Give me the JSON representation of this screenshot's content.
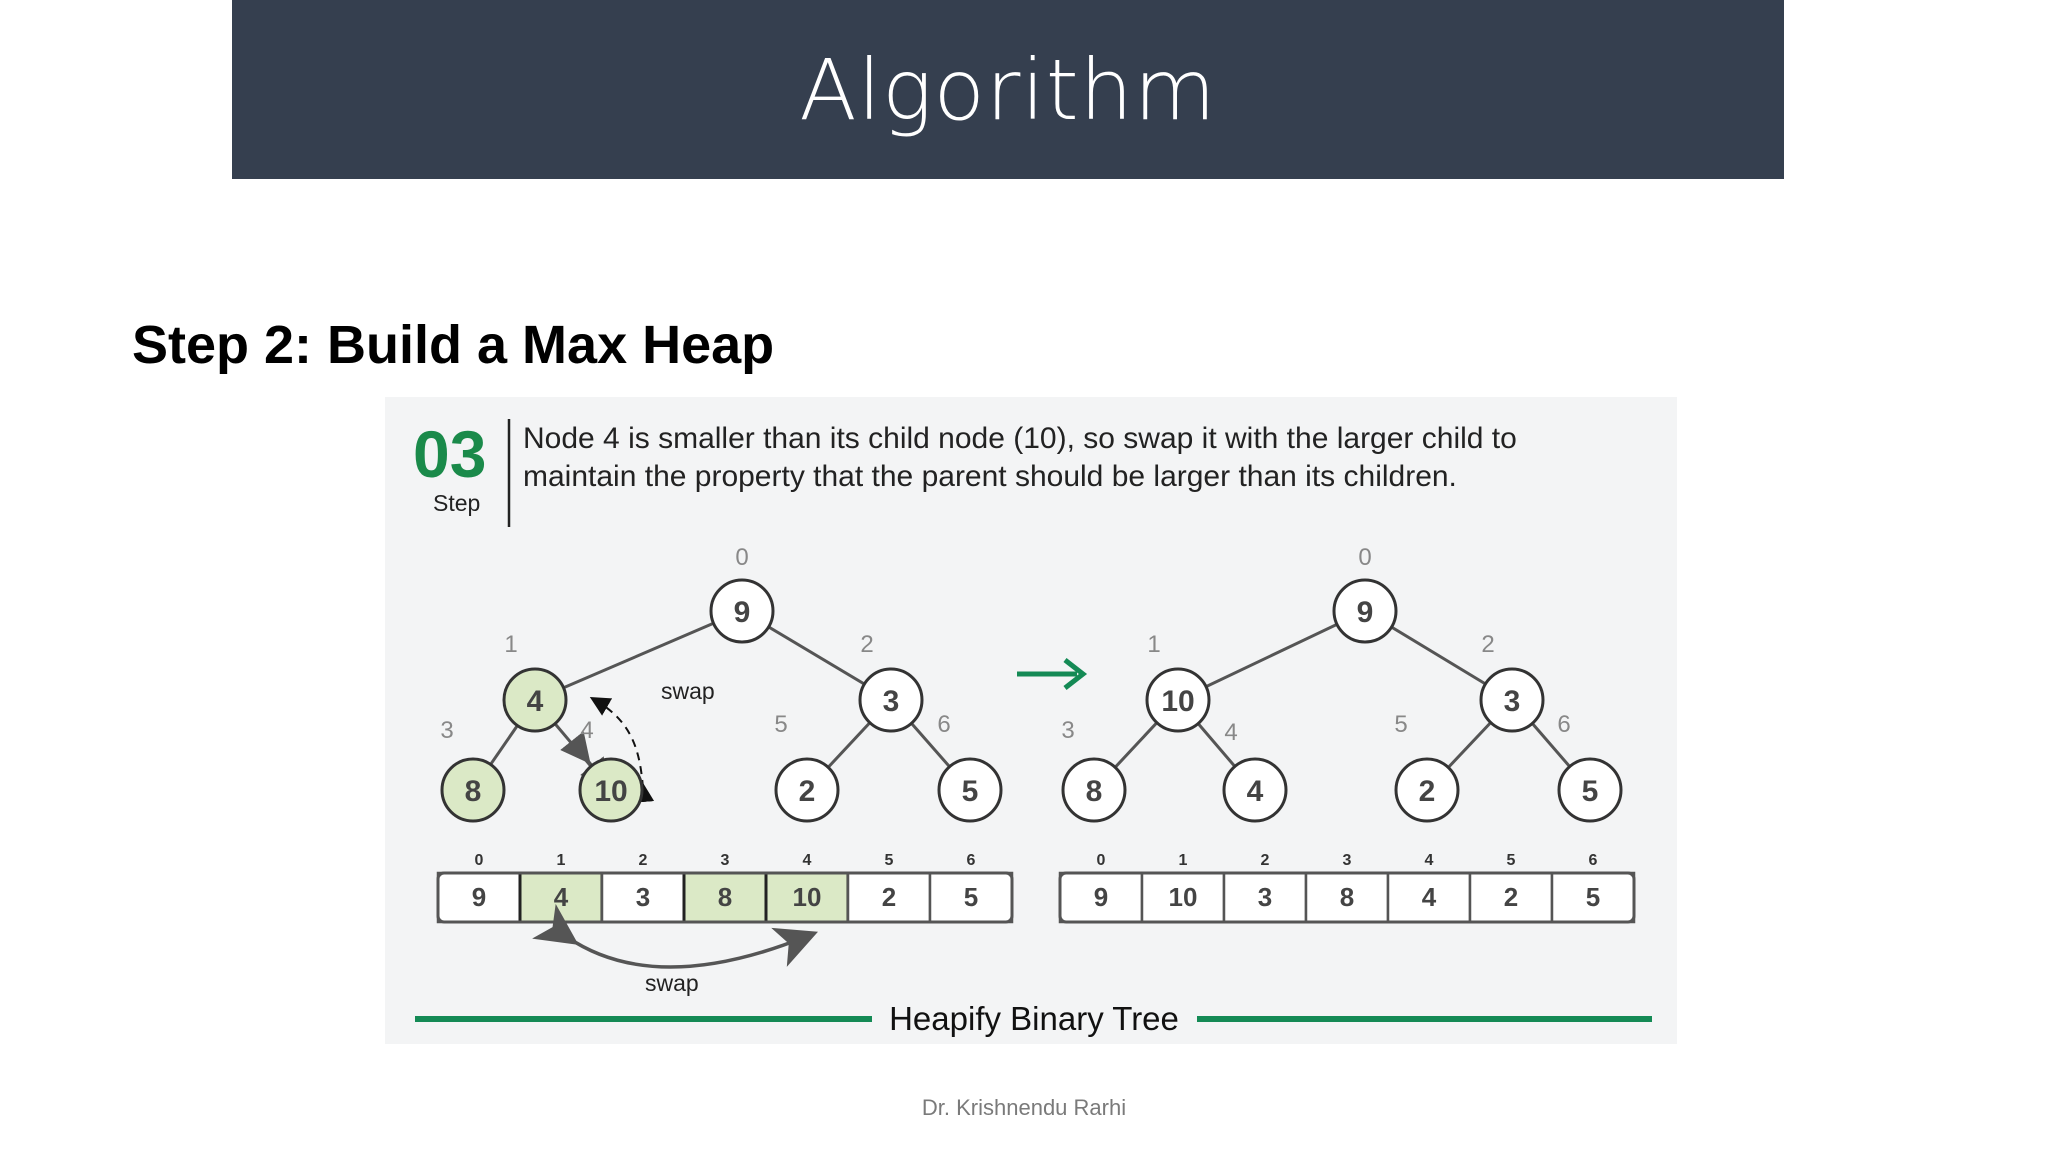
{
  "slide": {
    "title": "Algorithm",
    "subtitle": "Step 2: Build a Max Heap",
    "footer": "Dr. Krishnendu Rarhi"
  },
  "figure": {
    "step_number": "03",
    "step_label": "Step",
    "description_line1": "Node 4 is smaller than its child node (10), so swap it with the larger child to",
    "description_line2": "maintain the property that the parent should be larger than its children.",
    "caption": "Heapify Binary Tree",
    "swap_label_tree": "swap",
    "swap_label_array": "swap",
    "colors": {
      "green_text": "#1a8a4a",
      "green_line": "#148a55",
      "highlight_fill": "#dbe9c6",
      "node_stroke": "#444444",
      "edge": "#555555"
    },
    "before": {
      "indices": [
        "0",
        "1",
        "2",
        "3",
        "4",
        "5",
        "6"
      ],
      "values": [
        "9",
        "4",
        "3",
        "8",
        "10",
        "2",
        "5"
      ],
      "highlighted": [
        1,
        3,
        4
      ]
    },
    "after": {
      "indices": [
        "0",
        "1",
        "2",
        "3",
        "4",
        "5",
        "6"
      ],
      "values": [
        "9",
        "10",
        "3",
        "8",
        "4",
        "2",
        "5"
      ],
      "highlighted": []
    }
  }
}
